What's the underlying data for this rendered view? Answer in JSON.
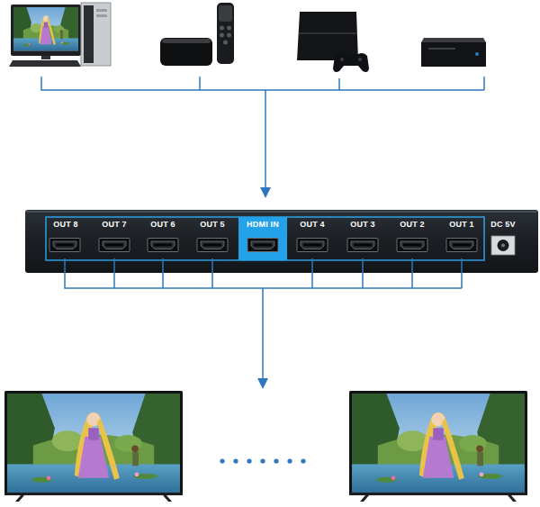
{
  "diagram": {
    "nodes": [
      {
        "text": [
          "HDMI IN"
        ]
      }
    ],
    "labels": [
      "OUT 8",
      "OUT 7",
      "OUT 6",
      "OUT 5",
      "OUT 4",
      "OUT 3",
      "OUT 2",
      "OUT 1",
      "DC 5V"
    ]
  }
}
